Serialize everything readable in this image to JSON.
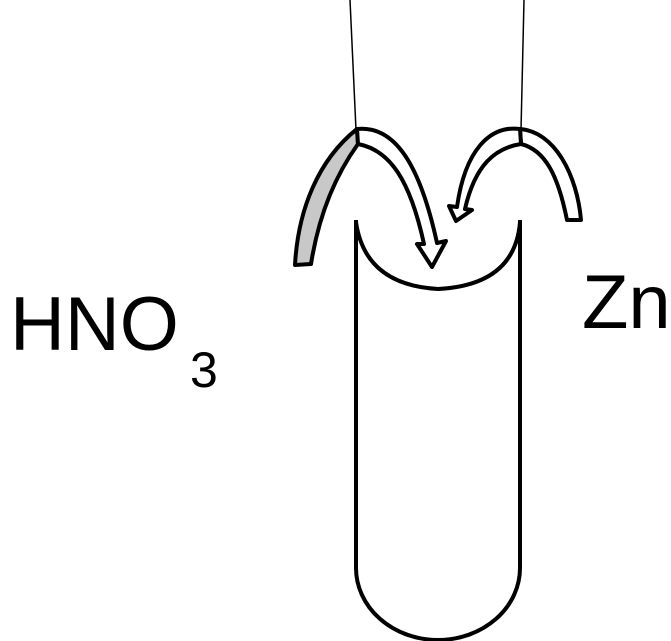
{
  "labels": {
    "left_formula": "HNO",
    "left_subscript": "3",
    "right_label": "Zn"
  },
  "colors": {
    "stroke": "#000000",
    "background": "#ffffff",
    "left_arrow_fill": "#c8c8c8",
    "right_arrow_fill": "#ffffff"
  }
}
